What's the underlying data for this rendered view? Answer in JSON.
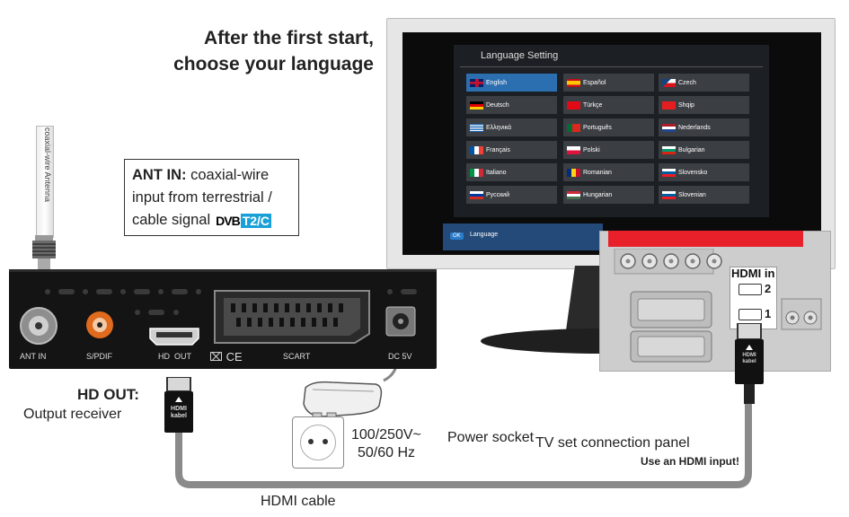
{
  "headline": {
    "line1": "After the first start,",
    "line2": "choose your language"
  },
  "antenna": {
    "label": "coaxial-wire Antenna"
  },
  "ant_box": {
    "title": "ANT IN:",
    "text1": "coaxial-wire",
    "text2": "input from terrestrial /",
    "text3": "cable signal",
    "dvb_mark": "DVB",
    "dvb_tag": "T2/C"
  },
  "receiver": {
    "ant_in": "ANT IN",
    "spdif": "S/PDIF",
    "hd_out": "HD  OUT",
    "scart": "SCART",
    "dc": "DC 5V",
    "ce_mark": "⌧ CE"
  },
  "hd_out_callout": {
    "title": "HD OUT:",
    "subtitle": "Output receiver"
  },
  "hdmi_plug": {
    "label1": "HDMI",
    "label2": "kabel"
  },
  "tv_plug": {
    "label1": "HDMI",
    "label2": "kabel"
  },
  "power": {
    "voltage": "100/250V~",
    "freq": "50/60 Hz",
    "socket": "Power socket"
  },
  "tv_panel": {
    "hdmi_in": "HDMI in",
    "port2": "2",
    "port1": "1"
  },
  "tv_conn": {
    "title": "TV set connection panel",
    "note": "Use an HDMI input!"
  },
  "hdmi_cable": {
    "label": "HDMI cable"
  },
  "osd": {
    "title": "Language Setting",
    "footer_key": "OK",
    "footer_label": "Language",
    "languages": [
      {
        "name": "English",
        "flag": "gb",
        "selected": true
      },
      {
        "name": "Español",
        "flag": "es"
      },
      {
        "name": "Czech",
        "flag": "cz"
      },
      {
        "name": "Deutsch",
        "flag": "de"
      },
      {
        "name": "Türkçe",
        "flag": "tr"
      },
      {
        "name": "Shqip",
        "flag": "al"
      },
      {
        "name": "Ελληνικά",
        "flag": "gr"
      },
      {
        "name": "Português",
        "flag": "pt"
      },
      {
        "name": "Nederlands",
        "flag": "nl"
      },
      {
        "name": "Français",
        "flag": "fr"
      },
      {
        "name": "Polski",
        "flag": "pl"
      },
      {
        "name": "Bulgarian",
        "flag": "bg"
      },
      {
        "name": "Italiano",
        "flag": "it"
      },
      {
        "name": "Romanian",
        "flag": "ro"
      },
      {
        "name": "Slovensko",
        "flag": "si"
      },
      {
        "name": "Русский",
        "flag": "ru"
      },
      {
        "name": "Hungarian",
        "flag": "hu"
      },
      {
        "name": "Slovenian",
        "flag": "si"
      }
    ]
  },
  "colors": {
    "cable": "#8a8a8a",
    "tv_bezel": "#111111",
    "osd_bg": "#1c1f24",
    "accent_red": "#e8202a",
    "panel": "#cfcfcf",
    "dvb_blue": "#1aa0d8"
  }
}
